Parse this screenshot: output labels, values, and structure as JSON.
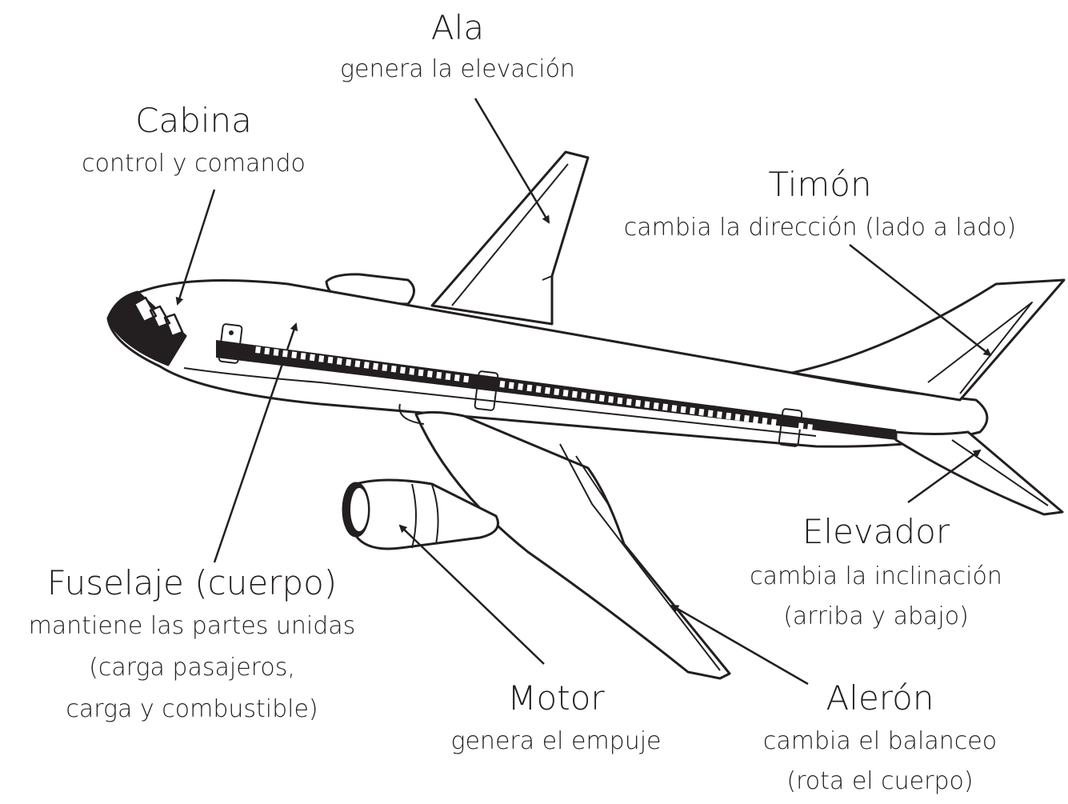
{
  "labels": {
    "ala": {
      "title": "Ala",
      "desc": "genera la elevación"
    },
    "cabina": {
      "title": "Cabina",
      "desc": "control y comando"
    },
    "timon": {
      "title": "Timón",
      "desc": "cambia la dirección (lado a lado)"
    },
    "elevador": {
      "title": "Elevador",
      "desc1": "cambia la inclinación",
      "desc2": "(arriba y abajo)"
    },
    "fuselaje": {
      "title": "Fuselaje (cuerpo)",
      "desc1": "mantiene las partes unidas",
      "desc2": "(carga pasajeros,",
      "desc3": "carga y combustible)"
    },
    "motor": {
      "title": "Motor",
      "desc": "genera el empuje"
    },
    "aleron": {
      "title": "Alerón",
      "desc1": "cambia el balanceo",
      "desc2": "(rota el cuerpo)"
    }
  },
  "colors": {
    "line": "#231f20",
    "fill": "#ffffff"
  }
}
